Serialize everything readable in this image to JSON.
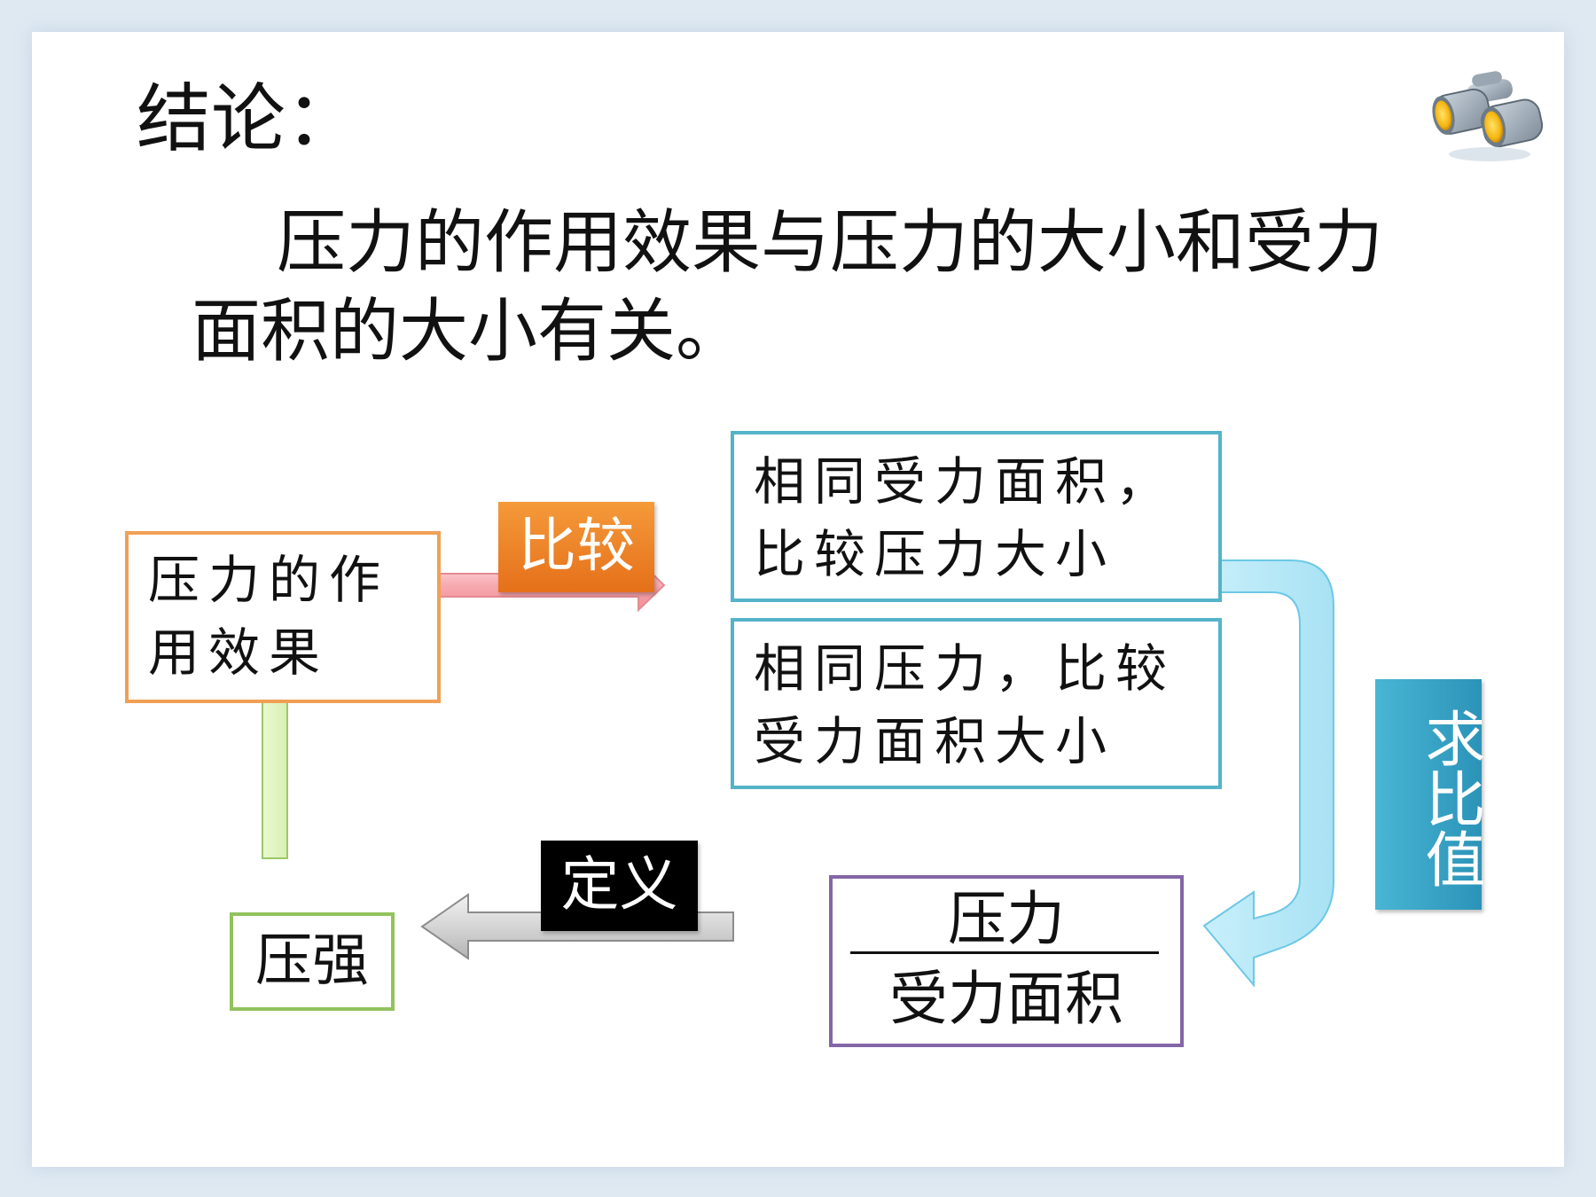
{
  "slide": {
    "title": "结论：",
    "conclusion": "压力的作用效果与压力的大小和受力面积的大小有关。"
  },
  "diagram": {
    "effect_box": "压力的作\n用效果",
    "same_area_box": "相同受力面积，\n比较压力大小",
    "same_force_box": "相同压力，比较\n受力面积大小",
    "formula": {
      "numerator": "压力",
      "denominator": "受力面积"
    },
    "pressure_box": "压强",
    "tags": {
      "compare": "比较",
      "ratio": "求比值",
      "define": "定义"
    }
  },
  "colors": {
    "orange_border": "#f0a055",
    "cyan_border": "#54b3c9",
    "green_border": "#92c25c",
    "purple_border": "#8466a8",
    "compare_tag": "#ee8428",
    "ratio_tag": "#3aa7c8",
    "define_tag": "#000000"
  },
  "icons": [
    "binoculars-icon"
  ]
}
